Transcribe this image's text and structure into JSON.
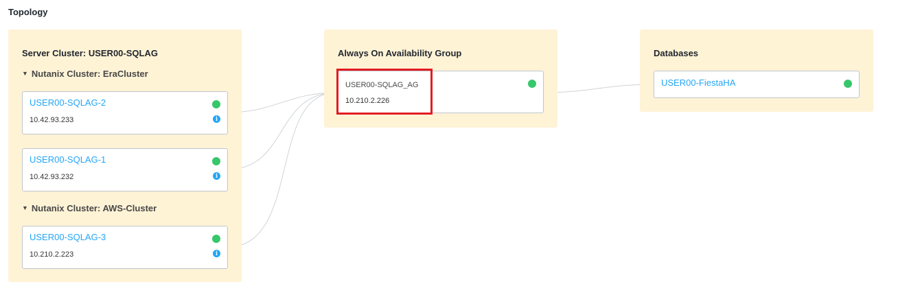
{
  "page": {
    "title": "Topology"
  },
  "server_cluster": {
    "title": "Server Cluster: USER00-SQLAG",
    "clusters": [
      {
        "label": "Nutanix Cluster: EraCluster",
        "nodes": [
          {
            "name": "USER00-SQLAG-2",
            "ip": "10.42.93.233"
          },
          {
            "name": "USER00-SQLAG-1",
            "ip": "10.42.93.232"
          }
        ]
      },
      {
        "label": "Nutanix Cluster: AWS-Cluster",
        "nodes": [
          {
            "name": "USER00-SQLAG-3",
            "ip": "10.210.2.223"
          }
        ]
      }
    ]
  },
  "availability_group": {
    "title": "Always On Availability Group",
    "name": "USER00-SQLAG_AG",
    "ip": "10.210.2.226"
  },
  "databases": {
    "title": "Databases",
    "items": [
      {
        "name": "USER00-FiestaHA"
      }
    ]
  },
  "icons": {
    "status": "status-online-dot",
    "info": "info-icon",
    "chevron": "chevron-down-icon"
  },
  "colors": {
    "panel_bg": "#fff3d6",
    "link": "#22a5f7",
    "status_online": "#36c76b",
    "highlight": "#e31b23",
    "connector": "#cfd3d6"
  }
}
